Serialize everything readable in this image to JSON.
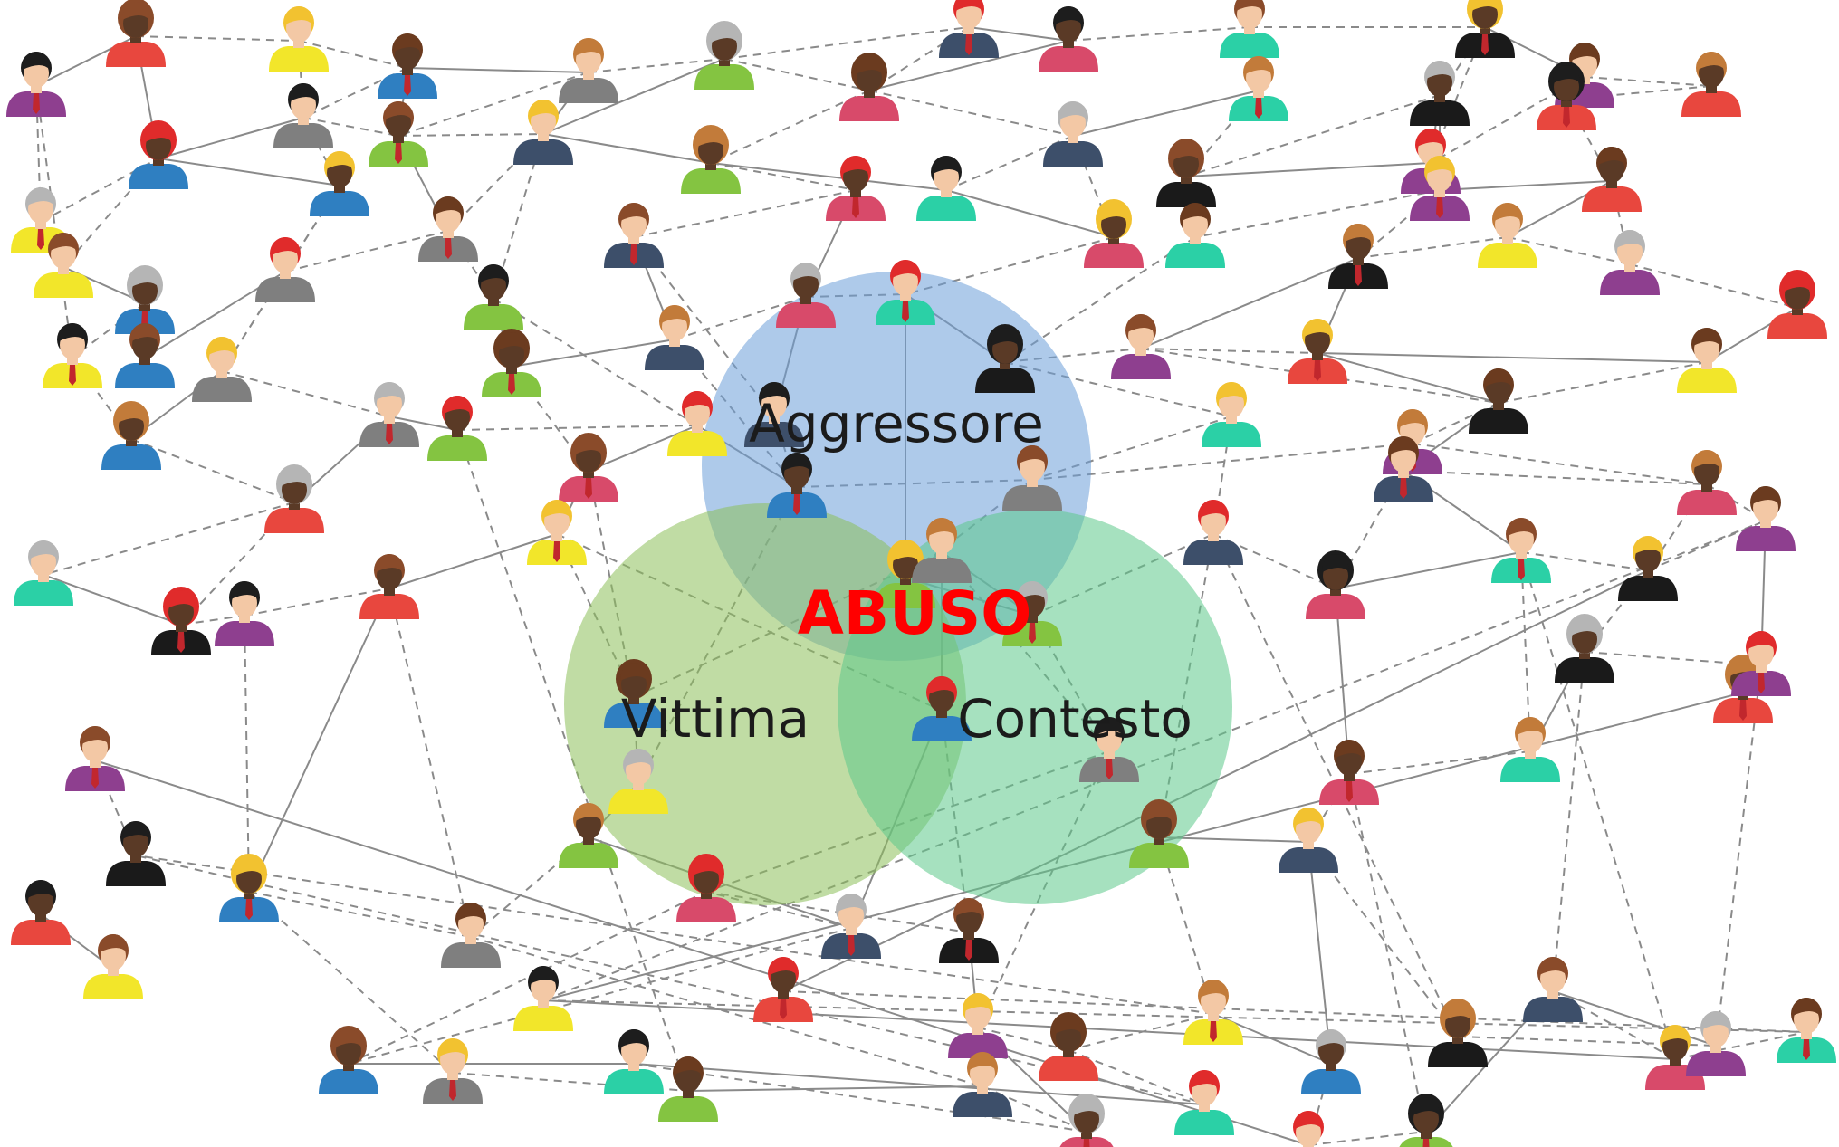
{
  "diagram": {
    "background": "#ffffff",
    "edge_color": "#8a8a8a",
    "venn": {
      "aggressore": {
        "label": "Aggressore",
        "color": "#6b9fd8"
      },
      "vittima": {
        "label": "Vittima",
        "color": "#8cbf5a"
      },
      "contesto": {
        "label": "Contesto",
        "color": "#5cc98a"
      },
      "center": {
        "label": "ABUSO",
        "color": "#ff0000"
      }
    },
    "person_icon": "person-avatar-icon",
    "palette": {
      "shirts": [
        "#8e3f8f",
        "#2f7fc1",
        "#3d4f6a",
        "#1a1a1a",
        "#f2e62a",
        "#84c441",
        "#2bd0a6",
        "#e8473e",
        "#7f7f7f",
        "#d84a6a"
      ],
      "hair": [
        "#1d1d1d",
        "#6b3b1f",
        "#e02b2b",
        "#f2c230",
        "#b5b5b5",
        "#8a4b2a",
        "#c27b3a"
      ],
      "skin": [
        "#f3c8a5",
        "#e8b48a",
        "#8b5a3c",
        "#5a3a26",
        "#d9a679",
        "#f0d0b0"
      ]
    }
  }
}
